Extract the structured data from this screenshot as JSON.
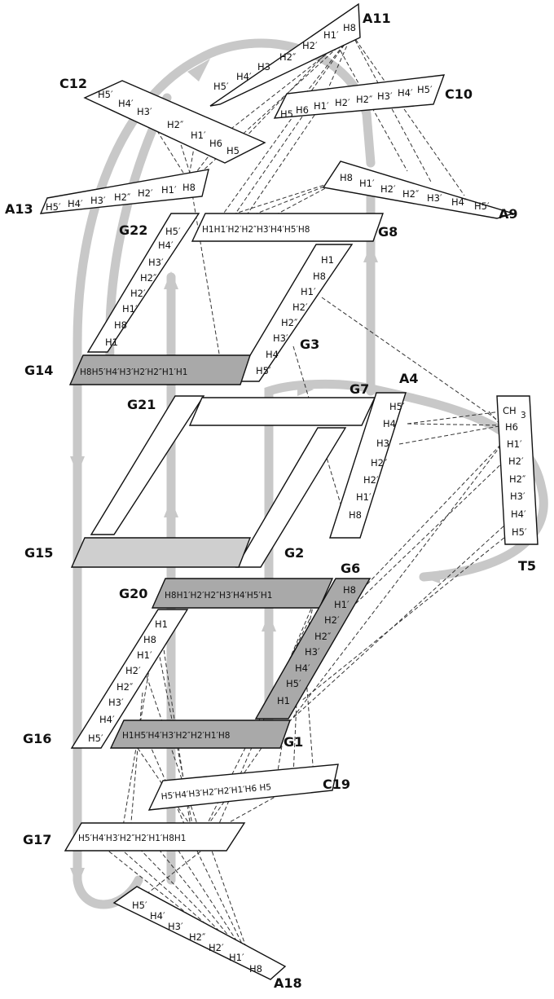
{
  "labels": {
    "A11": "A11",
    "C12": "C12",
    "C10": "C10",
    "A13": "A13",
    "A9": "A9",
    "G22": "G22",
    "G8": "G8",
    "G14": "G14",
    "G3": "G3",
    "G21": "G21",
    "G7": "G7",
    "A4": "A4",
    "T5": "T5",
    "G15": "G15",
    "G2": "G2",
    "G6": "G6",
    "G20": "G20",
    "G16": "G16",
    "G1": "G1",
    "C19": "C19",
    "G17": "G17",
    "A18": "A18"
  },
  "atoms": {
    "A11": [
      "H5′",
      "H4′",
      "H3′",
      "H2″",
      "H2′",
      "H1′",
      "H8"
    ],
    "C12": [
      "H5′",
      "H4′",
      "H3′",
      "H2″",
      "H1′",
      "H6",
      "H5"
    ],
    "C10": [
      "H5",
      "H6",
      "H1′",
      "H2′",
      "H2″",
      "H3′",
      "H4′",
      "H5′"
    ],
    "A13": [
      "H5′",
      "H4′",
      "H3′",
      "H2″",
      "H2′",
      "H1′",
      "H8"
    ],
    "A9": [
      "H8",
      "H1′",
      "H2′",
      "H2″",
      "H3′",
      "H4′",
      "H5′"
    ],
    "G22": [
      "H5′",
      "H4′",
      "H3′",
      "H2″",
      "H2′",
      "H1′",
      "H8",
      "H1"
    ],
    "G8": "H1H1′H2′H2″H3′H4′H5′H8",
    "G3": [
      "H1",
      "H8",
      "H1′",
      "H2′",
      "H2″",
      "H3′",
      "H4′",
      "H5′"
    ],
    "G14": "H8H5′H4′H3′H2′H2″H1′H1",
    "A4": [
      "H5′",
      "H4′",
      "H3′",
      "H2″",
      "H2′",
      "H1′",
      "H8"
    ],
    "T5": [
      "CH",
      "3",
      "H6",
      "H1′",
      "H2′",
      "H2″",
      "H3′",
      "H4′",
      "H5′"
    ],
    "G20": "H8H1′H2′H2″H3′H4′H5′H1",
    "G6": [
      "H8",
      "H1′",
      "H2′",
      "H2″",
      "H3′",
      "H4′",
      "H5′",
      "H1"
    ],
    "G16": [
      "H1",
      "H8",
      "H1′",
      "H2′",
      "H2″",
      "H3′",
      "H4′",
      "H5′"
    ],
    "G1": "H1H5′H4′H3′H2″H2′H1′H8",
    "C19": "H5′H4′H3′H2″H2′H1′H6 H5",
    "G17": "H5′H4′H3′H2″H2′H1′H8H1",
    "A18": [
      "H5′",
      "H4′",
      "H3′",
      "H2″",
      "H2′",
      "H1′",
      "H8"
    ]
  },
  "colors": {
    "strand": "#c8c8c8",
    "plate_light": "#cfcfcf",
    "plate_dark": "#a9a9a9",
    "outline": "#111111"
  }
}
